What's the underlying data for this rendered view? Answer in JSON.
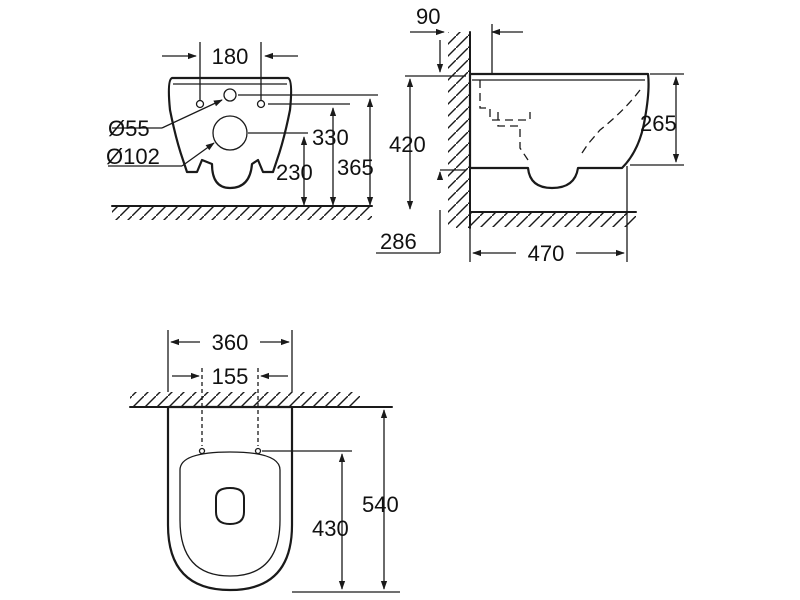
{
  "views": {
    "front": {
      "dim_fix_spacing": "180",
      "dim_inlet": "Ø55",
      "dim_outlet": "Ø102",
      "dim_330": "330",
      "dim_230": "230",
      "dim_365": "365"
    },
    "side": {
      "dim_90": "90",
      "dim_420": "420",
      "dim_265": "265",
      "dim_286": "286",
      "dim_470": "470"
    },
    "top": {
      "dim_360": "360",
      "dim_155": "155",
      "dim_540": "540",
      "dim_430": "430"
    }
  }
}
